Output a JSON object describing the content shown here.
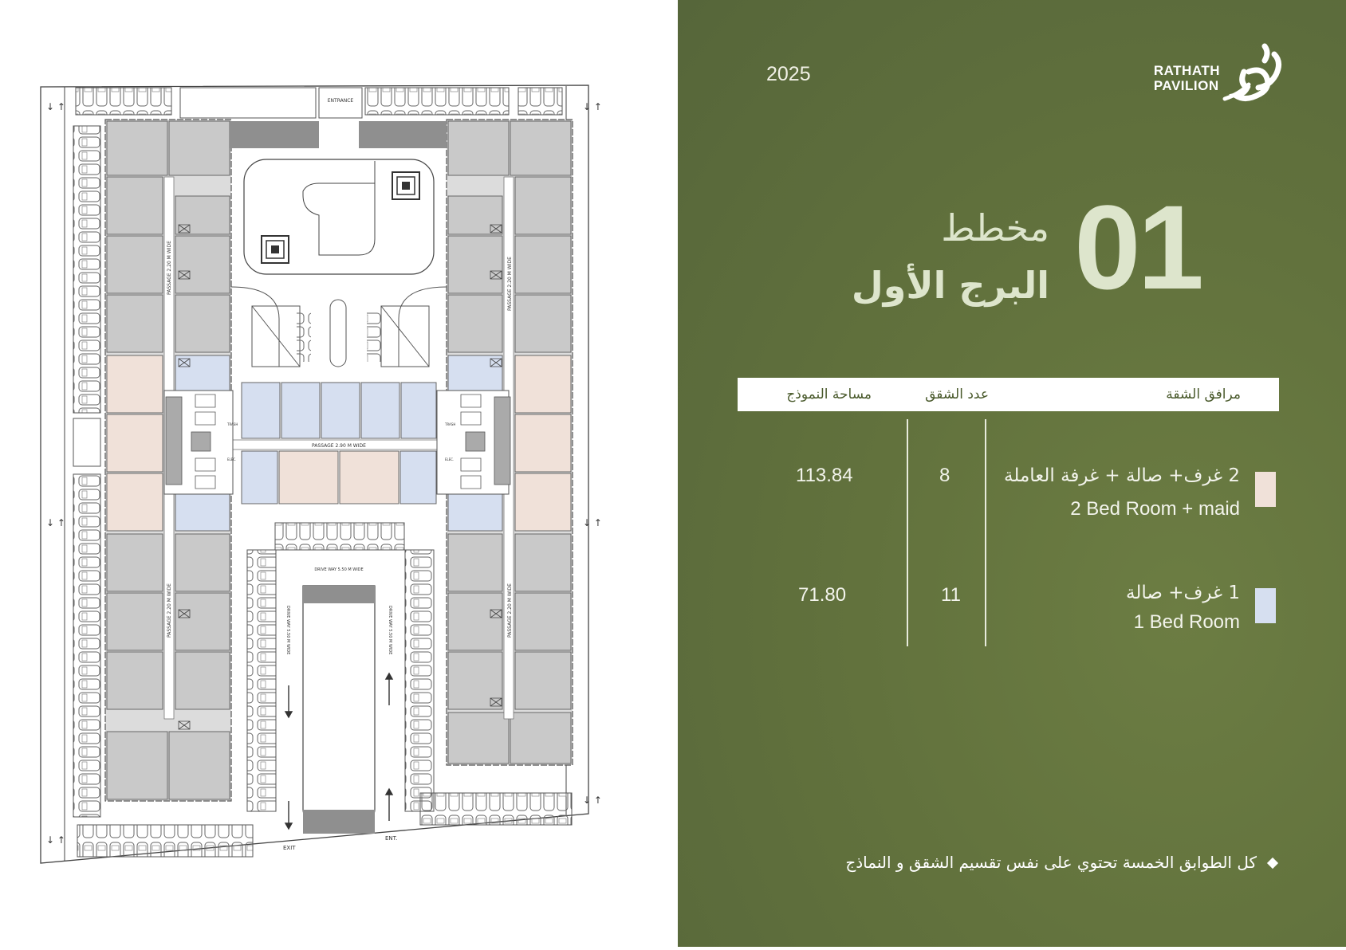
{
  "header": {
    "year": "2025",
    "logo_line1": "RATHATH",
    "logo_line2": "PAVILION"
  },
  "title": {
    "number": "01",
    "line1": "مخطط",
    "line2": "البرج الأول"
  },
  "table": {
    "headers": {
      "facilities": "مرافق الشقة",
      "count": "عدد الشقق",
      "area": "مساحة النموذج"
    },
    "rows": [
      {
        "arabic": "2 غرف+ صالة + غرفة العاملة",
        "english": "2 Bed Room + maid",
        "count": "8",
        "area": "113.84",
        "swatch_color": "#f0e1d9"
      },
      {
        "arabic": "1 غرف+ صالة",
        "english": "1 Bed Room",
        "count": "11",
        "area": "71.80",
        "swatch_color": "#d6dff0"
      }
    ]
  },
  "footnote": "كل الطوابق الخمسة تحتوي على نفس تقسيم الشقق و النماذج",
  "plan": {
    "entrance": "ENTRANCE",
    "passage_left": "PASSAGE 2.20 M WIDE",
    "passage_right": "PASSAGE 2.20 M WIDE",
    "passage_center": "PASSAGE 2.90 M WIDE",
    "driveway_top": "DRIVE WAY 5.50 M WIDE",
    "driveway_left": "DRIVE WAY 5.50 M WIDE",
    "driveway_right": "DRIVE WAY 5.50 M WIDE",
    "exit": "EXIT",
    "ent": "ENT.",
    "trash": "TRASH",
    "elec": "ELEC."
  },
  "colors": {
    "background_green": "#62723d",
    "title_color": "#dde5cc",
    "swatch_2bed": "#f0e1d9",
    "swatch_1bed": "#d6dff0",
    "unit_grey": "#c9c9c9"
  }
}
